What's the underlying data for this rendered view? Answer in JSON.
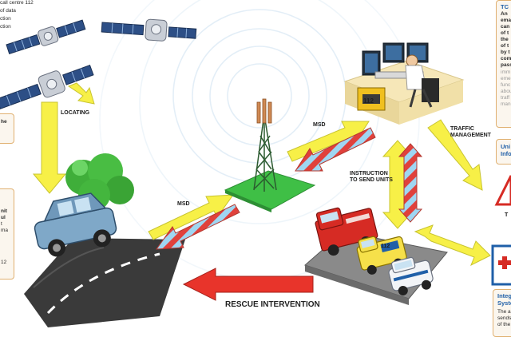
{
  "labels": {
    "locating": "LOCATING",
    "msd_left": "MSD",
    "msd_right": "MSD",
    "instruction": "INSTRUCTION\nTO SEND UNITS",
    "traffic": "TRAFFIC\nMANAGEMENT",
    "rescue": "RESCUE INTERVENTION",
    "unit_number": "112",
    "desk_number": "112"
  },
  "left_panel": {
    "top_lines": [
      "call centre 112",
      "of data",
      "ction",
      "ction"
    ],
    "box1_lines": [
      "he"
    ],
    "box2_lines": [
      "nit",
      "ul",
      "t",
      "ma",
      "",
      "",
      "",
      "12",
      ""
    ]
  },
  "right_panel": {
    "tc_box": {
      "title": "TC",
      "lines": [
        "An",
        "ema",
        "can",
        "of t",
        "the",
        "of t",
        "by t",
        "com",
        "pass",
        "imm",
        "eme",
        "func",
        "abou",
        "traff",
        "man"
      ]
    },
    "info_box": {
      "title": "Uni\nInfo"
    },
    "triangle_label": "T",
    "integ_box": {
      "title": "Integ\nSyste",
      "lines": [
        "The a",
        "sends",
        "of the"
      ]
    }
  },
  "colors": {
    "arrow_yellow": "#f7f047",
    "arrow_yellow_edge": "#c8c430",
    "arrow_striped_red": "#e0413c",
    "arrow_striped_blue": "#9fd6f2",
    "rescue_red": "#e8342b",
    "accent_blue": "#1f5fa8",
    "platform_green": "#3fbf46",
    "box_border": "#e0b070"
  },
  "icons": [
    "satellite-icon",
    "tower-icon",
    "operator-icon",
    "emergency-vehicles-icon",
    "crashed-car-icon",
    "tree-icon",
    "warning-triangle-icon",
    "red-cross-icon"
  ]
}
